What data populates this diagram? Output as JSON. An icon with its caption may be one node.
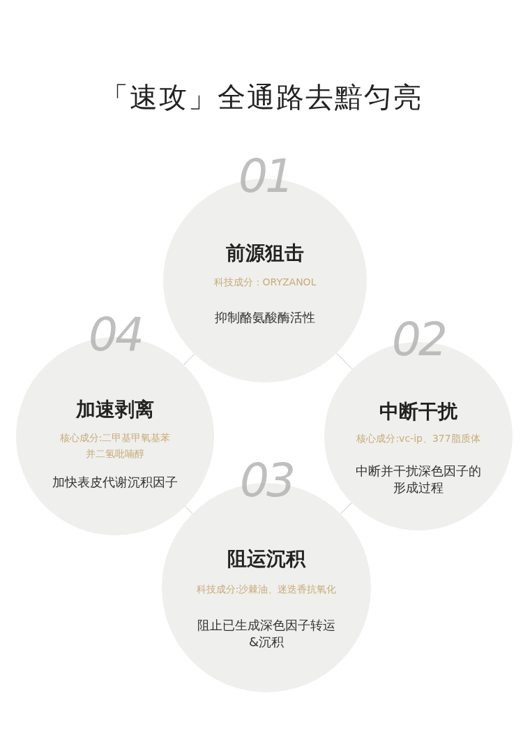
{
  "diagram": {
    "title": "「速攻」全通路去黯匀亮",
    "nodes": [
      {
        "text": [
          "01",
          "前源狙击",
          "科技成分：ORYZANOL",
          "抑制酪氨酸酶活性"
        ]
      },
      {
        "text": [
          "04",
          "加速剥离",
          "核心成分:二甲基甲氧基苯并二氢吡喃醇",
          "加快表皮代谢沉积因子"
        ]
      },
      {
        "text": [
          "02",
          "中断干扰",
          "核心成分:vc-ip、377脂质体",
          "中断并干扰深色因子的形成过程"
        ]
      },
      {
        "text": [
          "03",
          "阻运沉积",
          "科技成分:沙棘油、迷迭香抗氧化",
          "阻止已生成深色因子转运&沉积"
        ]
      }
    ],
    "edges": [
      {
        "from": 0,
        "to": 1,
        "arrow": "none"
      },
      {
        "from": 0,
        "to": 2,
        "arrow": "none"
      },
      {
        "from": 1,
        "to": 3,
        "arrow": "none"
      },
      {
        "from": 2,
        "to": 3,
        "arrow": "none"
      }
    ]
  }
}
